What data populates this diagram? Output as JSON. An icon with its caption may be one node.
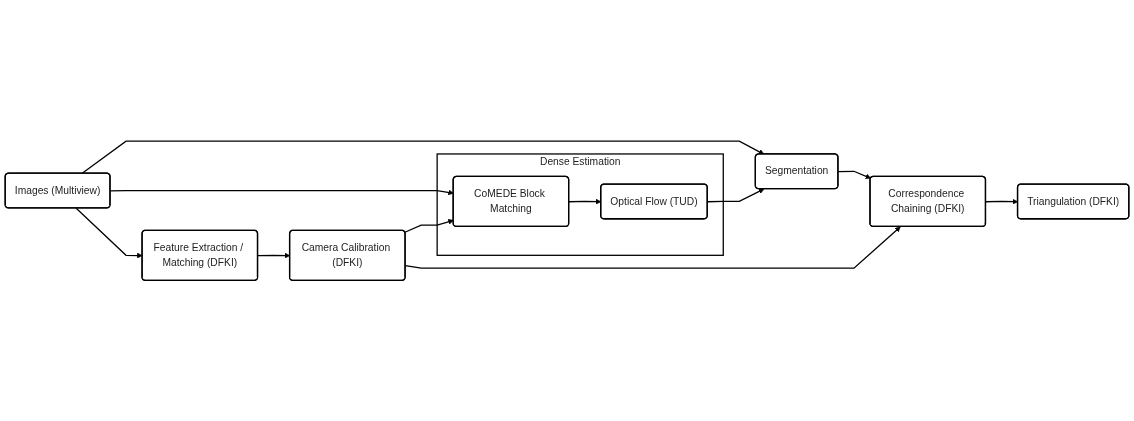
{
  "diagram": {
    "nodes": [
      {
        "text": [
          "Images (Multiview)"
        ]
      },
      {
        "text": [
          "Dense Estimation"
        ]
      },
      {
        "text": [
          "CoMEDE Block Matching"
        ],
        "in": 1
      },
      {
        "text": [
          "Optical Flow (TUD)"
        ],
        "in": 1
      },
      {
        "text": [
          "Segmentation"
        ]
      },
      {
        "text": [
          "Feature Extraction / Matching (DFKI)"
        ]
      },
      {
        "text": [
          "Camera Calibration (DFKI)"
        ]
      },
      {
        "text": [
          "Correspondence Chaining (DFKI)"
        ]
      },
      {
        "text": [
          "Triangulation (DFKI)"
        ]
      }
    ],
    "edges": [
      {
        "from": 0,
        "to": 4,
        "arrow": "to"
      },
      {
        "from": 0,
        "to": 2,
        "arrow": "to"
      },
      {
        "from": 2,
        "to": 3,
        "arrow": "to"
      },
      {
        "from": 3,
        "to": 4,
        "arrow": "to"
      },
      {
        "from": 0,
        "to": 5,
        "arrow": "to"
      },
      {
        "from": 5,
        "to": 6,
        "arrow": "to"
      },
      {
        "from": 6,
        "to": 2,
        "arrow": "to"
      },
      {
        "from": 6,
        "to": 7,
        "arrow": "to"
      },
      {
        "from": 4,
        "to": 7,
        "arrow": "to"
      },
      {
        "from": 7,
        "to": 8,
        "arrow": "to"
      }
    ]
  }
}
